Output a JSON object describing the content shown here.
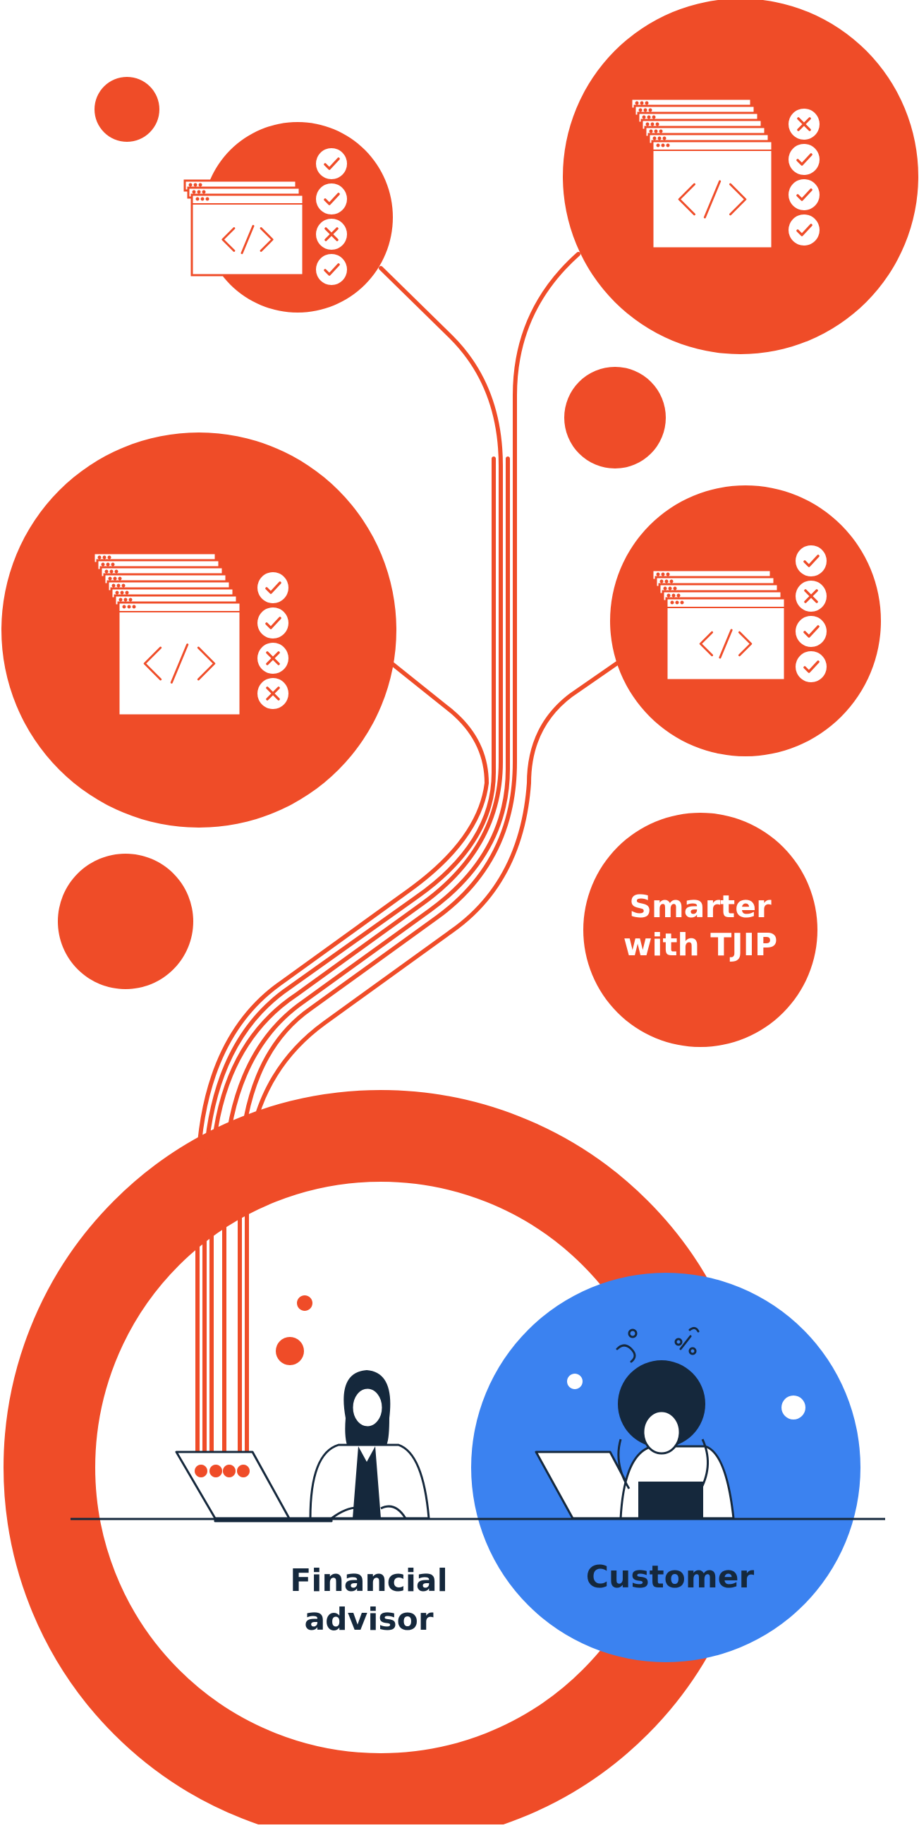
{
  "colors": {
    "accent": "#EF4C28",
    "customer_blue": "#3B82F0",
    "navy": "#15283C",
    "white": "#FFFFFF"
  },
  "badge": {
    "line1": "Smarter",
    "line2": "with TJIP"
  },
  "labels": {
    "advisor_line1": "Financial",
    "advisor_line2": "advisor",
    "customer": "Customer"
  },
  "nodes": [
    {
      "id": "node-top-left",
      "checks": [
        "check",
        "check",
        "cross",
        "check"
      ]
    },
    {
      "id": "node-top-right",
      "checks": [
        "cross",
        "check",
        "check",
        "check"
      ]
    },
    {
      "id": "node-middle-left",
      "checks": [
        "check",
        "check",
        "cross",
        "cross"
      ]
    },
    {
      "id": "node-middle-right",
      "checks": [
        "check",
        "cross",
        "check",
        "check"
      ]
    }
  ],
  "icons": {
    "code_window": "code-window-icon",
    "check": "check-icon",
    "cross": "cross-icon"
  }
}
